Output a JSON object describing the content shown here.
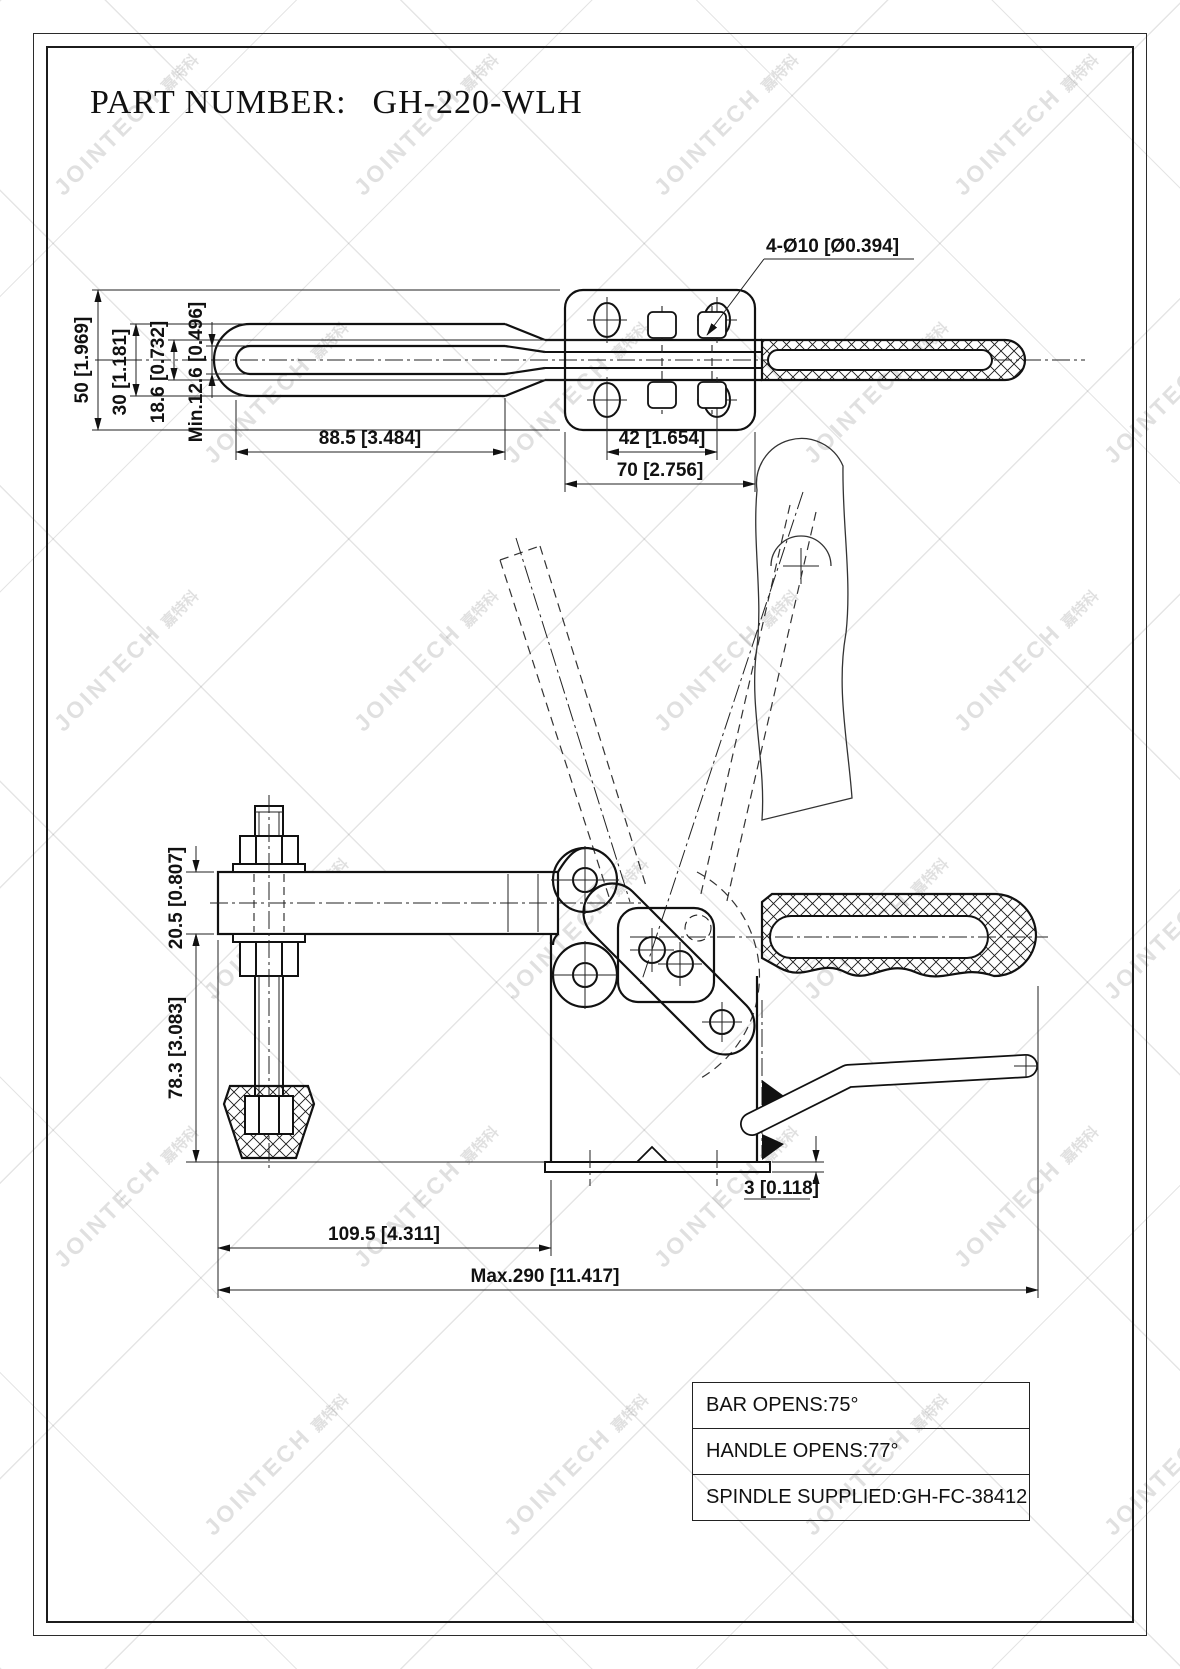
{
  "title": {
    "label": "PART NUMBER:",
    "value": "GH-220-WLH"
  },
  "watermark": {
    "brand": "JOINTECH",
    "cjk": "嘉特科"
  },
  "top_view": {
    "hole_callout": "4-Ø10 [Ø0.394]",
    "dims": {
      "plate_height": "50 [1.969]",
      "bar_outer_width": "30 [1.181]",
      "bar_neck_width": "18.6 [0.732]",
      "slot_width": "Min.12.6 [0.496]",
      "bar_length": "88.5 [3.484]",
      "hole_spacing": "42 [1.654]",
      "plate_length": "70 [2.756]"
    }
  },
  "side_view": {
    "dims": {
      "bar_thickness": "20.5 [0.807]",
      "bar_to_base": "78.3 [3.083]",
      "base_length": "109.5 [4.311]",
      "overall_max": "Max.290 [11.417]",
      "base_lip": "3 [0.118]"
    }
  },
  "spec_table": {
    "rows": [
      "BAR OPENS:75°",
      "HANDLE OPENS:77°",
      "SPINDLE SUPPLIED:GH-FC-38412"
    ]
  }
}
